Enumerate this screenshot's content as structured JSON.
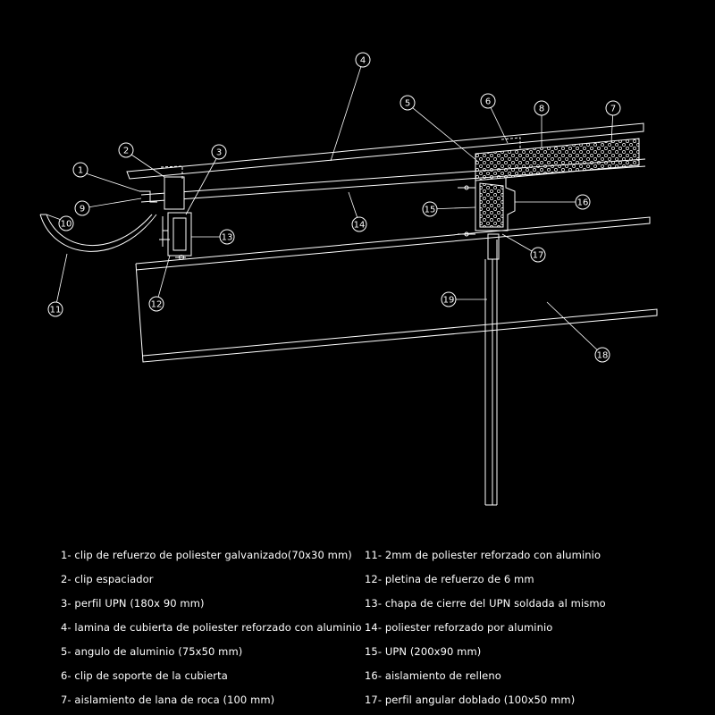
{
  "callouts": [
    {
      "n": "1"
    },
    {
      "n": "2"
    },
    {
      "n": "3"
    },
    {
      "n": "4"
    },
    {
      "n": "5"
    },
    {
      "n": "6"
    },
    {
      "n": "7"
    },
    {
      "n": "8"
    },
    {
      "n": "9"
    },
    {
      "n": "10"
    },
    {
      "n": "11"
    },
    {
      "n": "12"
    },
    {
      "n": "13"
    },
    {
      "n": "14"
    },
    {
      "n": "15"
    },
    {
      "n": "16"
    },
    {
      "n": "17"
    },
    {
      "n": "18"
    },
    {
      "n": "19"
    }
  ],
  "legend": [
    "1- clip de refuerzo de poliester galvanizado(70x30 mm)",
    "2- clip espaciador",
    "3- perfil UPN (180x 90 mm)",
    "4- lamina de cubierta de poliester reforzado con aluminio",
    "5- angulo de aluminio (75x50 mm)",
    "6- clip de soporte de la cubierta",
    "7- aislamiento de lana de roca (100 mm)",
    "11- 2mm de poliester reforzado con aluminio",
    "12- pletina de refuerzo de 6 mm",
    "13- chapa de cierre del UPN soldada al mismo",
    "14- poliester reforzado por aluminio",
    "15- UPN (200x90 mm)",
    "16- aislamiento de relleno",
    "17- perfil angular doblado (100x50 mm)"
  ]
}
